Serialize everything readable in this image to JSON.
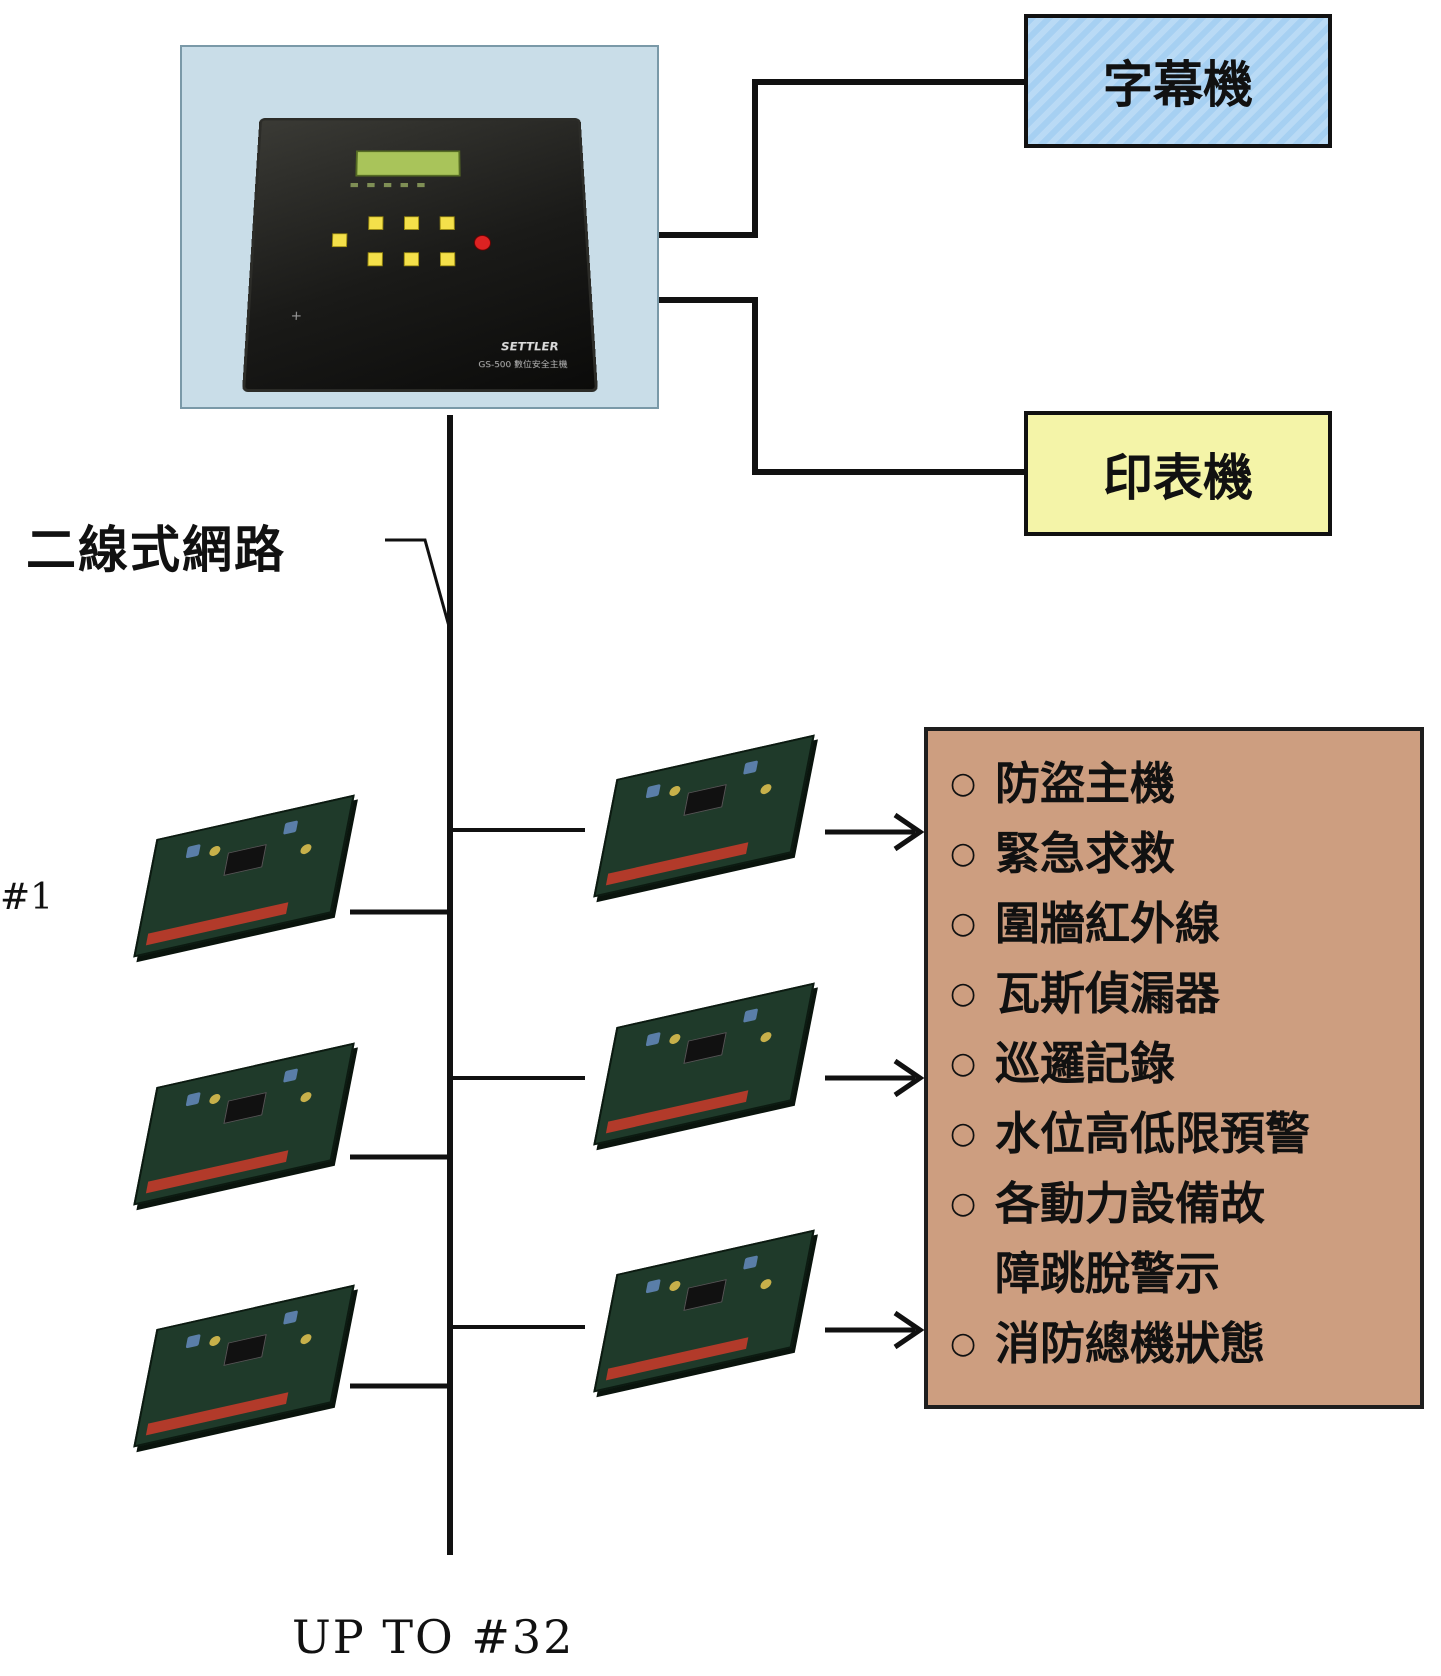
{
  "controller": {
    "brand": "SETTLER",
    "model": "GS-500 數位安全主機"
  },
  "peripherals": {
    "subtitle_machine": "字幕機",
    "printer": "印表機"
  },
  "network_label": "二線式網路",
  "node_first_label": "#1",
  "node_last_label": "UP TO #32",
  "functions": [
    "防盜主機",
    "緊急求救",
    "圍牆紅外線",
    "瓦斯偵漏器",
    "巡邏記錄",
    "水位高低限預警",
    "各動力設備故",
    "障跳脫警示",
    "消防總機狀態"
  ],
  "colors": {
    "subtitle_machine_bg": "#b0d4f4",
    "printer_bg": "#f4f4a8",
    "panel_bg": "#cd9e80",
    "controller_frame_bg": "#c9dde8"
  }
}
